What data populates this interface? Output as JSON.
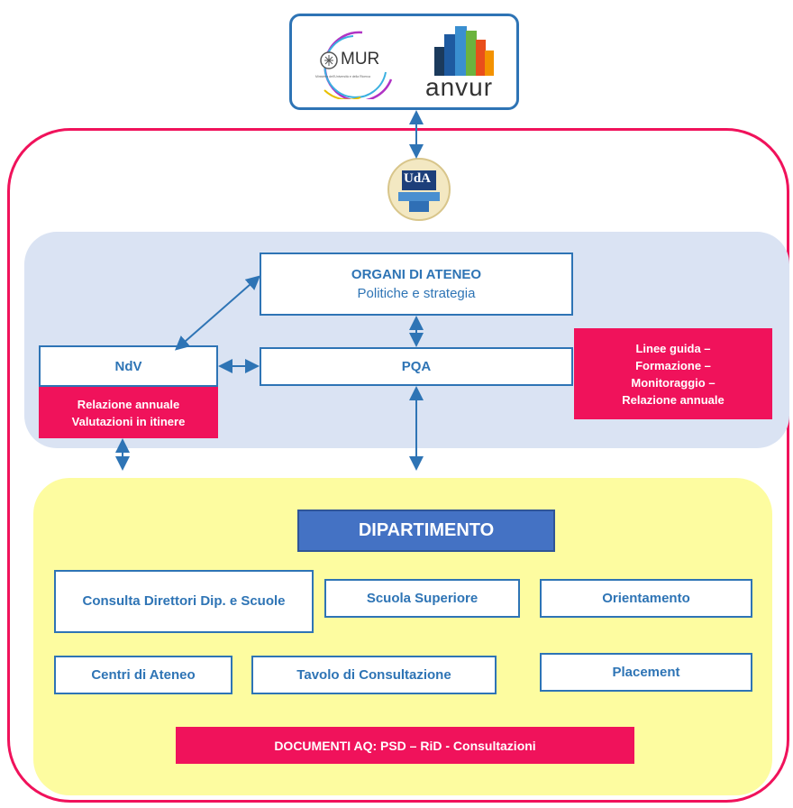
{
  "logos": {
    "mur": {
      "text": "MUR",
      "subtext": "Ministero dell'Università e della Ricerca"
    },
    "anvur": {
      "text": "anvur"
    },
    "university": {
      "text": "UdA"
    }
  },
  "organi": {
    "title": "ORGANI DI ATENEO",
    "subtitle": "Politiche e strategia"
  },
  "ndv": {
    "label": "NdV",
    "note_lines": [
      "Relazione annuale",
      "Valutazioni in itinere"
    ]
  },
  "pqa": {
    "label": "PQA",
    "note_lines": [
      "Linee guida –",
      "Formazione –",
      "Monitoraggio –",
      "Relazione annuale"
    ]
  },
  "dipartimento": {
    "label": "DIPARTIMENTO"
  },
  "boxes": {
    "consulta": "Consulta Direttori Dip. e Scuole",
    "scuola": "Scuola Superiore",
    "orientamento": "Orientamento",
    "centri": "Centri di Ateneo",
    "tavolo": "Tavolo di Consultazione",
    "placement": "Placement"
  },
  "documenti": "DOCUMENTI AQ: PSD – RiD - Consultazioni",
  "colors": {
    "blue": "#2e74b5",
    "pink": "#f0125b",
    "band": "#dae3f3",
    "yellow": "#fdfca0",
    "dept": "#4472c4"
  }
}
